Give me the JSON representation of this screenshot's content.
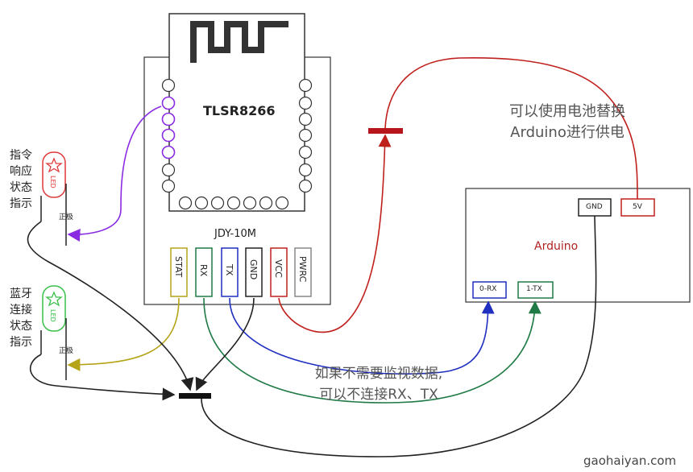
{
  "module": {
    "chip_label": "TLSR8266",
    "board_label": "JDY-10M",
    "pins": [
      {
        "label": "STAT",
        "color": "#b5a318"
      },
      {
        "label": "RX",
        "color": "#1f7a45"
      },
      {
        "label": "TX",
        "color": "#1f2fbf"
      },
      {
        "label": "GND",
        "color": "#222222"
      },
      {
        "label": "VCC",
        "color": "#c0201c"
      },
      {
        "label": "PWRC",
        "color": "#888888"
      }
    ]
  },
  "leds": [
    {
      "side_label": [
        "指令",
        "响应",
        "状态",
        "指示"
      ],
      "led_text": "LED",
      "polarity": "正极",
      "color": "#e03a3a"
    },
    {
      "side_label": [
        "蓝牙",
        "连接",
        "状态",
        "指示"
      ],
      "led_text": "LED",
      "polarity": "正极",
      "color": "#3ac04a"
    }
  ],
  "arduino": {
    "label": "Arduino",
    "label_color": "#b22222",
    "pins": [
      {
        "label": "GND",
        "color": "#222222"
      },
      {
        "label": "5V",
        "color": "#c0201c"
      },
      {
        "label": "0-RX",
        "color": "#1f2fbf"
      },
      {
        "label": "1-TX",
        "color": "#1f7a45"
      }
    ]
  },
  "notes": {
    "battery": [
      "可以使用电池替换",
      "Arduino进行供电"
    ],
    "monitor": [
      "如果不需要监视数据,",
      "可以不连接RX、TX"
    ]
  },
  "watermark": "gaohaiyan.com",
  "colors": {
    "stat_wire": "#b5a318",
    "rx_wire": "#1f7a45",
    "tx_wire": "#1f2fbf",
    "gnd_wire": "#222222",
    "vcc_wire": "#c0201c",
    "purple_wire": "#8a2be2",
    "purple_pad": "#8a2be2"
  }
}
